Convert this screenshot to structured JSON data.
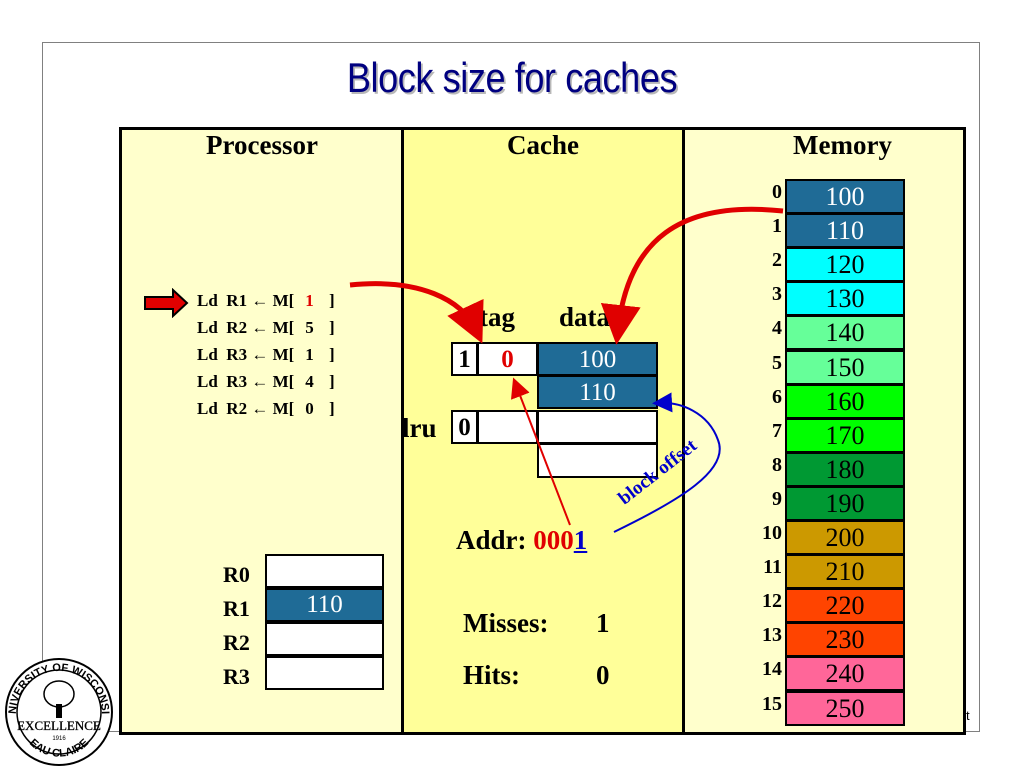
{
  "slide": {
    "title": "Block size for caches",
    "footer_fragment": "t"
  },
  "panels": {
    "processor": "Processor",
    "cache": "Cache",
    "memory": "Memory"
  },
  "instructions": [
    {
      "op": "Ld",
      "reg": "R1",
      "arrow": "←",
      "mem": "M[",
      "addr": "1",
      "close": "]",
      "highlight": true
    },
    {
      "op": "Ld",
      "reg": "R2",
      "arrow": "←",
      "mem": "M[",
      "addr": "5",
      "close": "]",
      "highlight": false
    },
    {
      "op": "Ld",
      "reg": "R3",
      "arrow": "←",
      "mem": "M[",
      "addr": "1",
      "close": "]",
      "highlight": false
    },
    {
      "op": "Ld",
      "reg": "R3",
      "arrow": "←",
      "mem": "M[",
      "addr": "4",
      "close": "]",
      "highlight": false
    },
    {
      "op": "Ld",
      "reg": "R2",
      "arrow": "←",
      "mem": "M[",
      "addr": "0",
      "close": "]",
      "highlight": false
    }
  ],
  "registers": [
    {
      "name": "R0",
      "value": ""
    },
    {
      "name": "R1",
      "value": "110"
    },
    {
      "name": "R2",
      "value": ""
    },
    {
      "name": "R3",
      "value": ""
    }
  ],
  "cache": {
    "tag_header": "tag",
    "data_header": "data",
    "lru_label": "lru",
    "sets": [
      {
        "valid": "1",
        "tag": "0",
        "data": [
          "100",
          "110"
        ]
      },
      {
        "valid": "0",
        "tag": "",
        "data": [
          "",
          ""
        ]
      }
    ]
  },
  "address": {
    "label": "Addr:",
    "tag_bits": "000",
    "offset_bit": "1",
    "offset_label": "block offset"
  },
  "stats": {
    "misses_label": "Misses:",
    "misses": "1",
    "hits_label": "Hits:",
    "hits": "0"
  },
  "memory": [
    {
      "index": "0",
      "value": "100",
      "color": "#1f6b96"
    },
    {
      "index": "1",
      "value": "110",
      "color": "#1f6b96"
    },
    {
      "index": "2",
      "value": "120",
      "color": "#00ffff"
    },
    {
      "index": "3",
      "value": "130",
      "color": "#00ffff"
    },
    {
      "index": "4",
      "value": "140",
      "color": "#66ff99"
    },
    {
      "index": "5",
      "value": "150",
      "color": "#66ff99"
    },
    {
      "index": "6",
      "value": "160",
      "color": "#00ff00"
    },
    {
      "index": "7",
      "value": "170",
      "color": "#00ff00"
    },
    {
      "index": "8",
      "value": "180",
      "color": "#009933"
    },
    {
      "index": "9",
      "value": "190",
      "color": "#009933"
    },
    {
      "index": "10",
      "value": "200",
      "color": "#cc9900"
    },
    {
      "index": "11",
      "value": "210",
      "color": "#cc9900"
    },
    {
      "index": "12",
      "value": "220",
      "color": "#ff4400"
    },
    {
      "index": "13",
      "value": "230",
      "color": "#ff4400"
    },
    {
      "index": "14",
      "value": "240",
      "color": "#ff6699"
    },
    {
      "index": "15",
      "value": "250",
      "color": "#ff6699"
    }
  ],
  "logo": {
    "top_text": "UNIVERSITY OF WISCONSIN",
    "middle_text": "EXCELLENCE",
    "bottom_text": "EAU CLAIRE",
    "year": "1916"
  },
  "colors": {
    "title": "#000080",
    "highlight_red": "#e00000",
    "offset_blue": "#0000cc",
    "cache_fill": "#1f6b96"
  }
}
